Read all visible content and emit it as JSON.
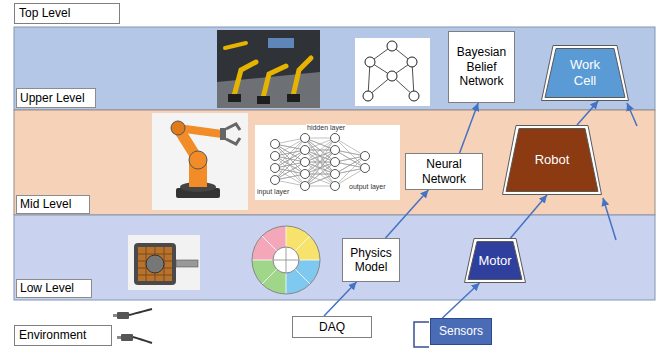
{
  "diagram": {
    "nodes": [
      {
        "text": [
          "Top Level"
        ]
      },
      {
        "text": [
          "Upper Level"
        ]
      },
      {
        "text": [
          "Bayesian Belief Network"
        ],
        "in": 1
      },
      {
        "text": [
          "Work Cell"
        ],
        "in": 1
      },
      {
        "text": [
          "Mid Level"
        ]
      },
      {
        "text": [
          "Neural Network"
        ],
        "in": 4
      },
      {
        "text": [
          "Robot"
        ],
        "in": 4
      },
      {
        "text": [
          "Low Level"
        ]
      },
      {
        "text": [
          "Physics Model"
        ],
        "in": 7
      },
      {
        "text": [
          "Motor"
        ],
        "in": 7
      },
      {
        "text": [
          "Environment"
        ]
      },
      {
        "text": [
          "DAQ"
        ]
      },
      {
        "text": [
          "Sensors"
        ]
      }
    ],
    "edges": [
      {
        "from": 11,
        "to": 8,
        "arrow": "to"
      },
      {
        "from": 8,
        "to": 5,
        "arrow": "to"
      },
      {
        "from": 5,
        "to": 2,
        "arrow": "to"
      },
      {
        "from": 12,
        "to": 9,
        "arrow": "to"
      },
      {
        "from": 9,
        "to": 6,
        "arrow": "to"
      },
      {
        "from": 6,
        "to": 3,
        "arrow": "to"
      }
    ],
    "labels": [
      "input layer",
      "hidden layer",
      "output layer"
    ]
  }
}
